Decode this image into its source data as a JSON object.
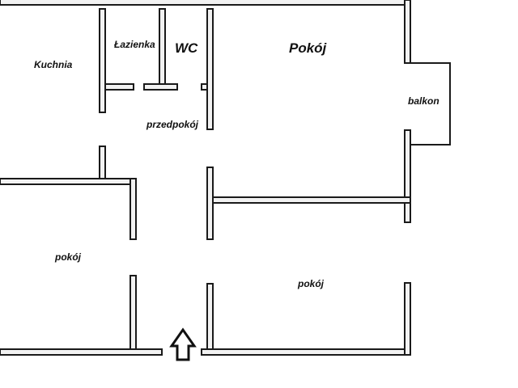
{
  "rooms": {
    "kuchnia": "Kuchnia",
    "lazienka": "Łazienka",
    "wc": "WC",
    "pokoj_main": "Pokój",
    "balkon": "balkon",
    "przedpokoj": "przedpokój",
    "pokoj_left": "pokój",
    "pokoj_right": "pokój"
  },
  "icons": {
    "entrance": "up-arrow-icon"
  },
  "colors": {
    "wall_fill": "#f2f2f2",
    "wall_stroke": "#1a1a1a",
    "background": "#ffffff",
    "text": "#111111"
  }
}
